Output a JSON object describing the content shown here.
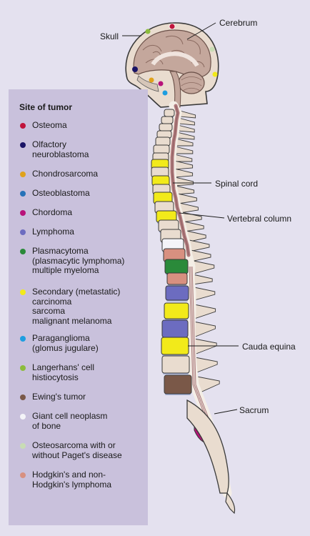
{
  "labels": {
    "skull": "Skull",
    "cerebrum": "Cerebrum",
    "spinal_cord": "Spinal cord",
    "vertebral_column": "Vertebral column",
    "cauda_equina": "Cauda equina",
    "sacrum": "Sacrum"
  },
  "legend": {
    "title": "Site of tumor",
    "items": [
      {
        "lines": [
          "Osteoma"
        ],
        "color": "#c0143c"
      },
      {
        "lines": [
          "Olfactory",
          "neuroblastoma"
        ],
        "color": "#1a1466"
      },
      {
        "lines": [
          "Chondrosarcoma"
        ],
        "color": "#e0a21c"
      },
      {
        "lines": [
          "Osteoblastoma"
        ],
        "color": "#2672b8"
      },
      {
        "lines": [
          "Chordoma"
        ],
        "color": "#b8127a"
      },
      {
        "lines": [
          "Lymphoma"
        ],
        "color": "#6c6cc0"
      },
      {
        "lines": [
          "Plasmacytoma",
          "(plasmacytic lymphoma)",
          "multiple myeloma"
        ],
        "color": "#2a8a3a"
      },
      {
        "lines": [
          "Secondary (metastatic)",
          "carcinoma",
          "sarcoma",
          "malignant melanoma"
        ],
        "color": "#f2ea1a"
      },
      {
        "lines": [
          "Paraganglioma",
          "(glomus jugulare)"
        ],
        "color": "#1e9ee0"
      },
      {
        "lines": [
          "Langerhans' cell",
          "histiocytosis"
        ],
        "color": "#8cbc3c"
      },
      {
        "lines": [
          "Ewing's tumor"
        ],
        "color": "#7a5848"
      },
      {
        "lines": [
          "Giant cell neoplasm",
          "of bone"
        ],
        "color": "#f4f4f8"
      },
      {
        "lines": [
          "Osteosarcoma with or",
          "without Paget's disease"
        ],
        "color": "#c8dcb4"
      },
      {
        "lines": [
          "Hodgkin's and non-",
          "Hodgkin's lymphoma"
        ],
        "color": "#d89080"
      }
    ]
  }
}
